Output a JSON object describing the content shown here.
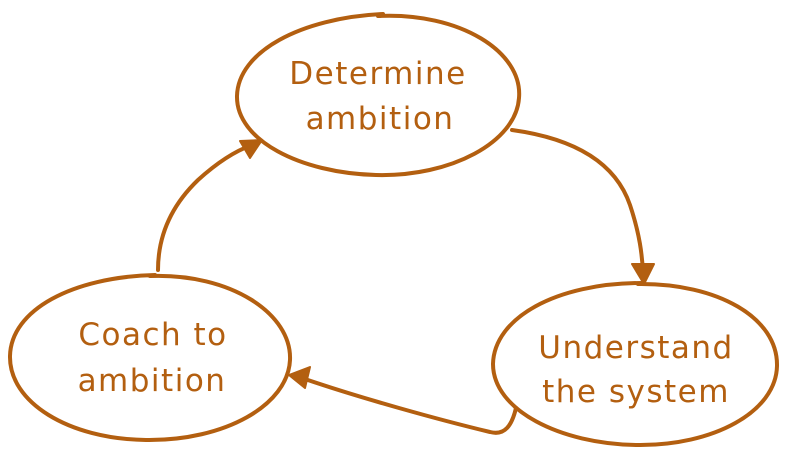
{
  "diagram": {
    "stroke_color": "#b35f10",
    "nodes": [
      {
        "id": "determine",
        "lines": [
          "Determine",
          "ambition"
        ]
      },
      {
        "id": "understand",
        "lines": [
          "Understand",
          "the system"
        ]
      },
      {
        "id": "coach",
        "lines": [
          "Coach to",
          "ambition"
        ]
      }
    ],
    "edges": [
      {
        "from": "determine",
        "to": "understand"
      },
      {
        "from": "understand",
        "to": "coach"
      },
      {
        "from": "coach",
        "to": "determine"
      }
    ]
  }
}
